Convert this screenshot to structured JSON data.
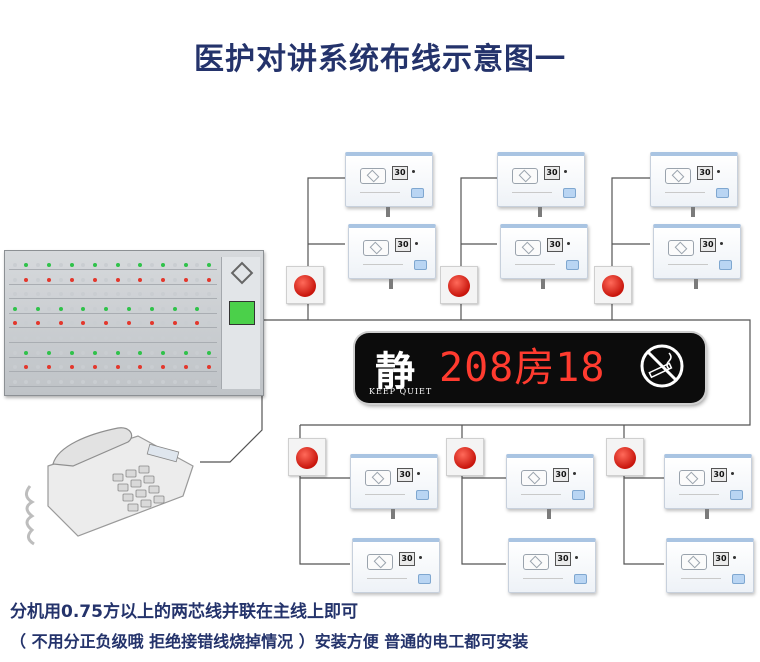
{
  "title": "医护对讲系统布线示意图一",
  "bed_unit": {
    "number_label": "30"
  },
  "display_board": {
    "quiet_char": "静",
    "quiet_english": "KEEP QUIET",
    "message": "208房18",
    "no_smoking_icon": "no-smoking-icon"
  },
  "notes": [
    "分机用0.75方以上的两芯线并联在主线上即可",
    "（ 不用分正负级哦 拒绝接错线烧掉情况 ）安装方便 普通的电工都可安装"
  ],
  "colors": {
    "title": "#24336b",
    "board_text": "#ff3b2f",
    "call_button": "#d81e12",
    "unit_border": "#a9c4e2"
  }
}
